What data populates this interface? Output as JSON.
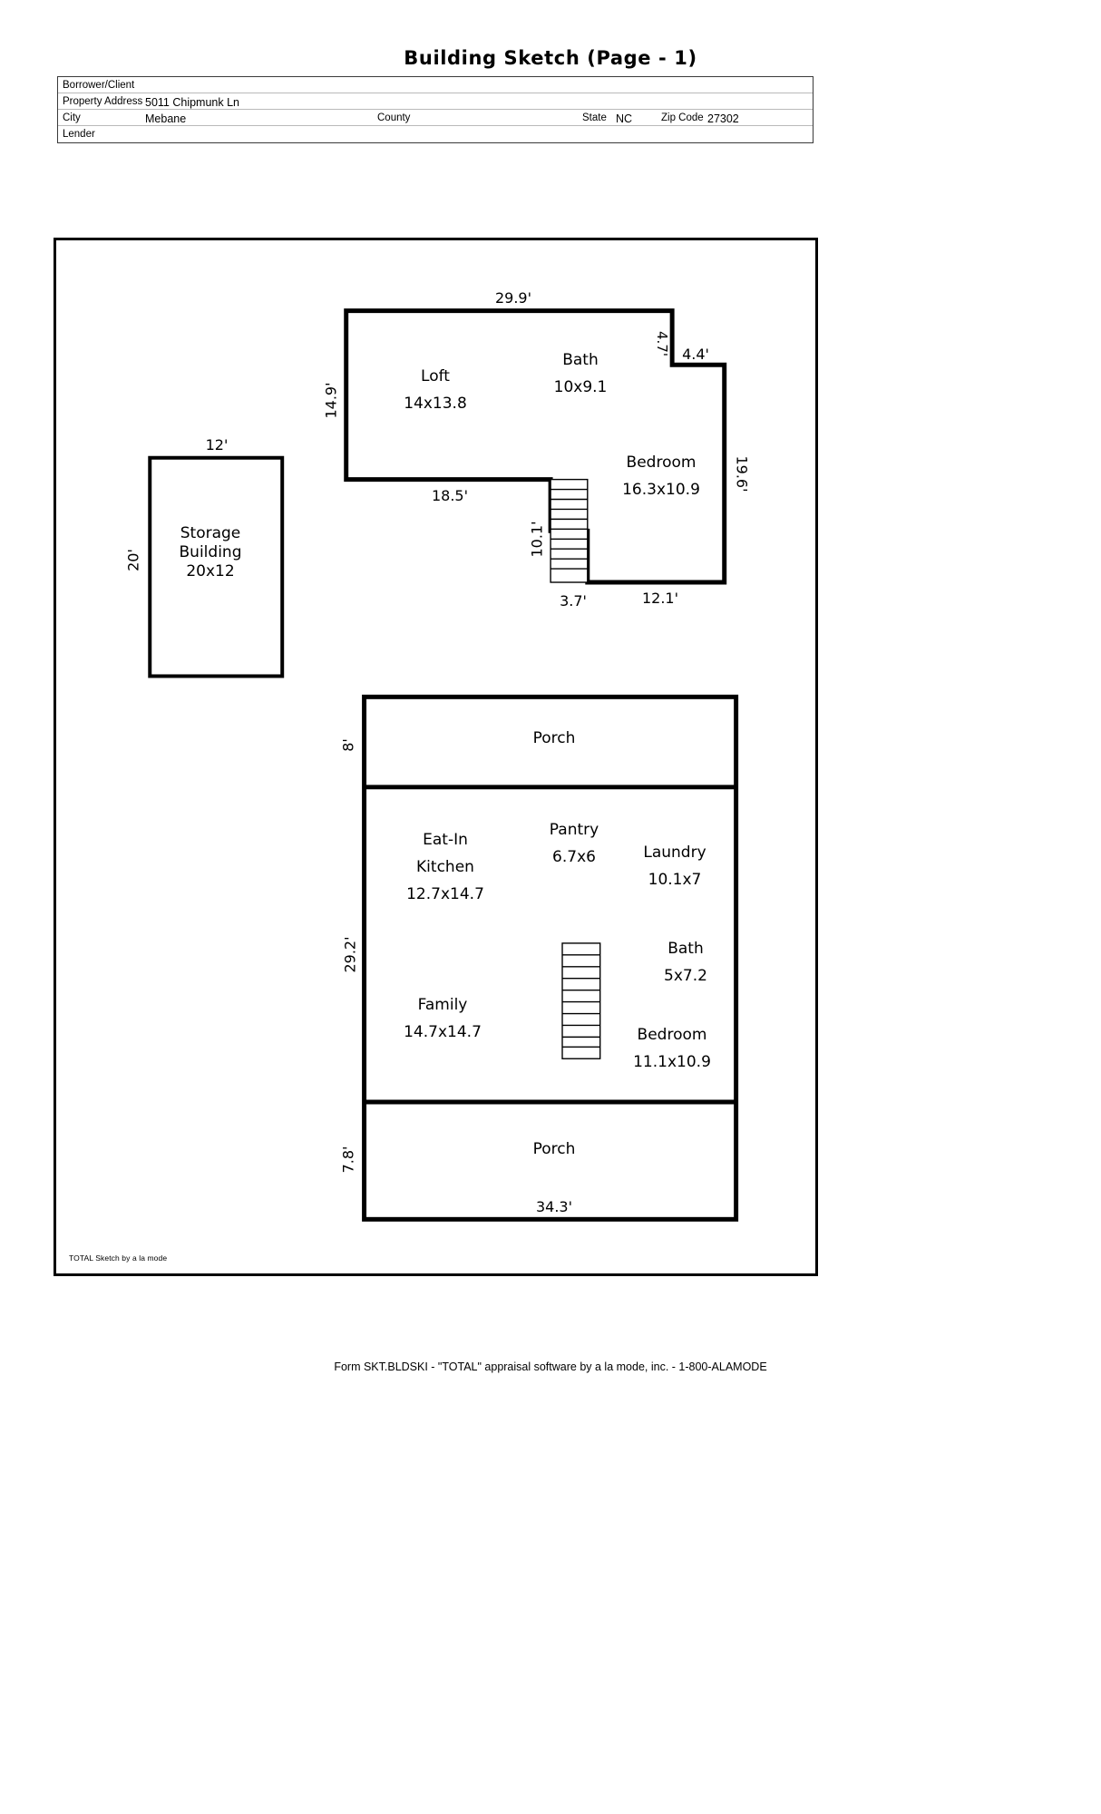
{
  "page": {
    "title": "Building Sketch (Page - 1)",
    "footer": "Form SKT.BLDSKI - \"TOTAL\" appraisal software by a la mode, inc. - 1-800-ALAMODE",
    "sketch_credit": "TOTAL Sketch by a la mode"
  },
  "header": {
    "rows": [
      {
        "label": "Borrower/Client",
        "value": ""
      },
      {
        "label": "Property Address",
        "value": "5011 Chipmunk Ln"
      },
      {
        "label": "City",
        "value": "Mebane"
      },
      {
        "label": "Lender",
        "value": ""
      }
    ],
    "city_row": {
      "city_label": "City",
      "city_value": "Mebane",
      "county_label": "County",
      "county_value": "",
      "state_label": "State",
      "state_value": "NC",
      "zip_label": "Zip Code",
      "zip_value": "27302"
    }
  },
  "sketch": {
    "rooms": [
      {
        "id": "storage-building",
        "name": "Storage",
        "name2": "Building",
        "size": "20x12"
      },
      {
        "id": "loft",
        "name": "Loft",
        "size": "14x13.8"
      },
      {
        "id": "upper-bath",
        "name": "Bath",
        "size": "10x9.1"
      },
      {
        "id": "upper-bedroom",
        "name": "Bedroom",
        "size": "16.3x10.9"
      },
      {
        "id": "upper-porch",
        "name": "Porch",
        "size": ""
      },
      {
        "id": "eat-in-kitchen",
        "name": "Eat-In",
        "name2": "Kitchen",
        "size": "12.7x14.7"
      },
      {
        "id": "pantry",
        "name": "Pantry",
        "size": "6.7x6"
      },
      {
        "id": "laundry",
        "name": "Laundry",
        "size": "10.1x7"
      },
      {
        "id": "main-bath",
        "name": "Bath",
        "size": "5x7.2"
      },
      {
        "id": "family",
        "name": "Family",
        "size": "14.7x14.7"
      },
      {
        "id": "main-bedroom",
        "name": "Bedroom",
        "size": "11.1x10.9"
      },
      {
        "id": "lower-porch",
        "name": "Porch",
        "size": ""
      }
    ],
    "dimensions": {
      "storage_top": "12'",
      "storage_left": "20'",
      "upper_top": "29.9'",
      "upper_left": "14.9'",
      "upper_bottom_left": "18.5'",
      "upper_notch_v": "4.7'",
      "upper_notch_h": "4.4'",
      "upper_right": "19.6'",
      "stair_left": "10.1'",
      "stair_bottom": "3.7'",
      "upper_bottom_right": "12.1'",
      "porch_top_left": "8'",
      "main_left": "29.2'",
      "porch_bottom_left": "7.8'",
      "main_bottom": "34.3'"
    }
  }
}
